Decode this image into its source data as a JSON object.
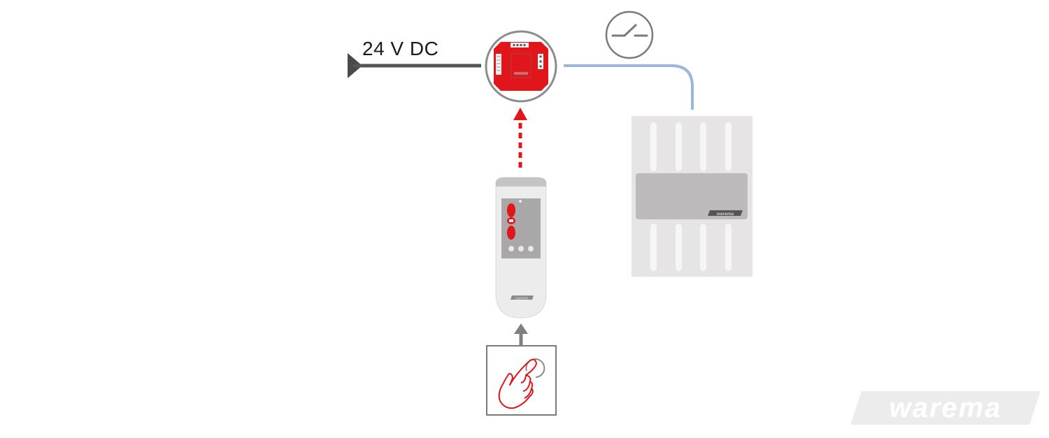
{
  "diagram": {
    "supply_label": "24 V DC",
    "actuator": "radio-receiver-module",
    "switch_symbol": "switch-contact-icon",
    "remote": "hand-transmitter",
    "device": "motor-control-unit",
    "device_brand": "warema",
    "remote_brand": "warema",
    "push_button": "push-button-with-hand",
    "logo_text": "warema"
  },
  "colors": {
    "wire_power": "#555555",
    "wire_signal": "#9bb5df",
    "accent_red": "#e0161b",
    "outline_gray": "#8c8c8c",
    "device_body": "#e6e4e4",
    "panel_gray": "#bcbaba"
  }
}
